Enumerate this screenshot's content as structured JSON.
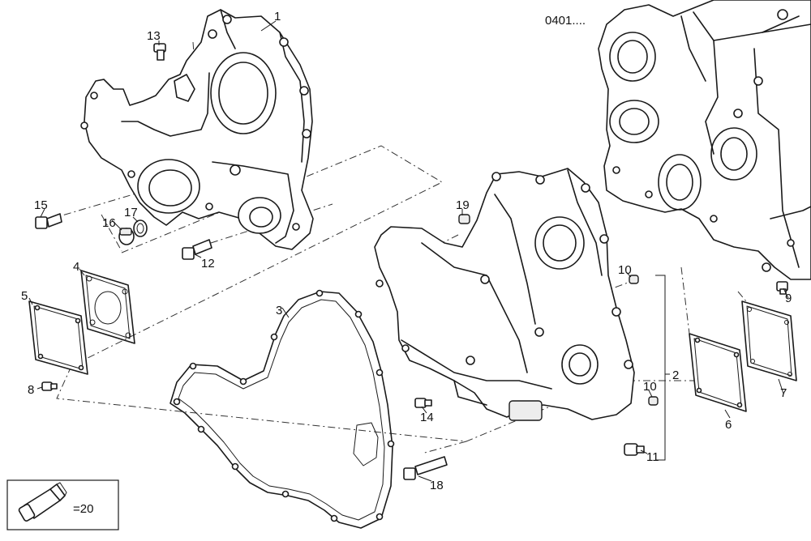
{
  "diagram": {
    "reference_code": "0401....",
    "legend": {
      "text": "=20"
    },
    "part_labels": [
      {
        "id": "p1",
        "text": "1"
      },
      {
        "id": "p2",
        "text": "2"
      },
      {
        "id": "p3",
        "text": "3"
      },
      {
        "id": "p4",
        "text": "4"
      },
      {
        "id": "p5",
        "text": "5"
      },
      {
        "id": "p6",
        "text": "6"
      },
      {
        "id": "p7",
        "text": "7"
      },
      {
        "id": "p8",
        "text": "8"
      },
      {
        "id": "p9",
        "text": "9"
      },
      {
        "id": "p10a",
        "text": "10"
      },
      {
        "id": "p10b",
        "text": "10"
      },
      {
        "id": "p11",
        "text": "11"
      },
      {
        "id": "p12",
        "text": "12"
      },
      {
        "id": "p13",
        "text": "13"
      },
      {
        "id": "p14",
        "text": "14"
      },
      {
        "id": "p15",
        "text": "15"
      },
      {
        "id": "p16",
        "text": "16"
      },
      {
        "id": "p17",
        "text": "17"
      },
      {
        "id": "p18",
        "text": "18"
      },
      {
        "id": "p19",
        "text": "19"
      }
    ]
  }
}
